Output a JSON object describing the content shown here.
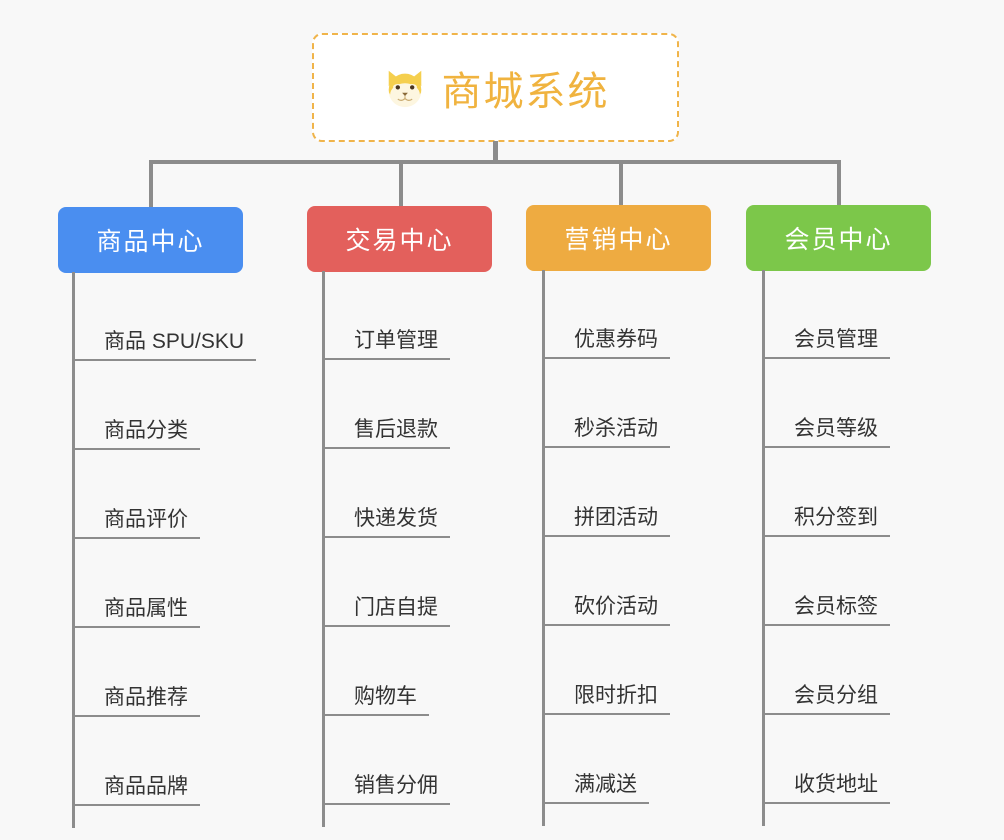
{
  "background_color": "#f8f8f8",
  "root": {
    "title": "商城系统",
    "icon": "shiba-dog-face-icon",
    "text_color": "#f0b33f",
    "border_color": "#f0b44a",
    "background": "#ffffff"
  },
  "connector_color": "#8c8c8c",
  "columns": [
    {
      "title": "商品中心",
      "color": "#4a8ef0",
      "items": [
        "商品 SPU/SKU",
        "商品分类",
        "商品评价",
        "商品属性",
        "商品推荐",
        "商品品牌"
      ]
    },
    {
      "title": "交易中心",
      "color": "#e3605c",
      "items": [
        "订单管理",
        "售后退款",
        "快递发货",
        "门店自提",
        "购物车",
        "销售分佣"
      ]
    },
    {
      "title": "营销中心",
      "color": "#eeab41",
      "items": [
        "优惠券码",
        "秒杀活动",
        "拼团活动",
        "砍价活动",
        "限时折扣",
        "满减送"
      ]
    },
    {
      "title": "会员中心",
      "color": "#7cc košice"
    }
  ]
}
